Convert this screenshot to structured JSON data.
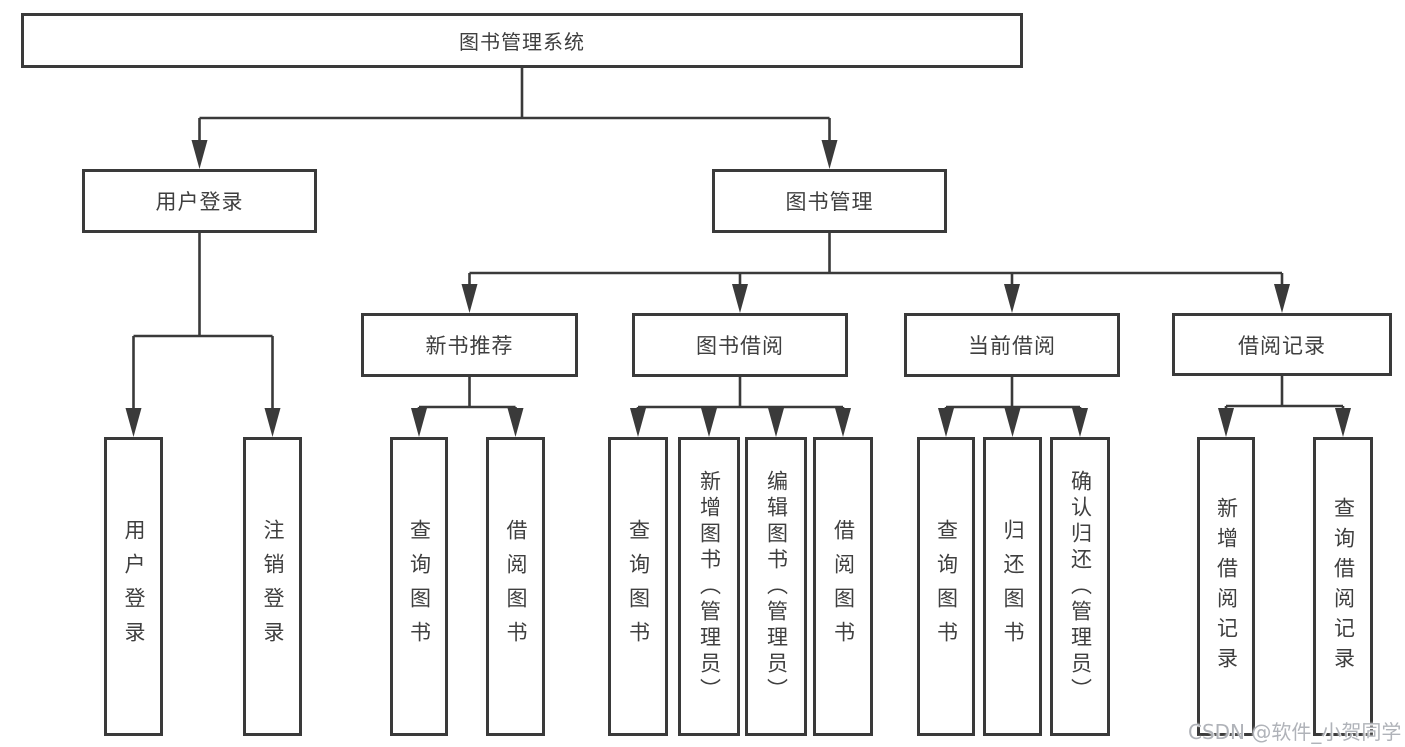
{
  "tree": {
    "root": "图书管理系统",
    "children": [
      {
        "label": "用户登录",
        "children": [
          "用户登录",
          "注销登录"
        ]
      },
      {
        "label": "图书管理",
        "children": [
          {
            "label": "新书推荐",
            "children": [
              "查询图书",
              "借阅图书"
            ]
          },
          {
            "label": "图书借阅",
            "children": [
              "查询图书",
              "新增图书（管理员）",
              "编辑图书（管理员）",
              "借阅图书"
            ]
          },
          {
            "label": "当前借阅",
            "children": [
              "查询图书",
              "归还图书",
              "确认归还（管理员）"
            ]
          },
          {
            "label": "借阅记录",
            "children": [
              "新增借阅记录",
              "查询借阅记录"
            ]
          }
        ]
      }
    ]
  },
  "colors": {
    "line": "#3a3a3a",
    "box_border": "#3a3a3a",
    "text": "#3f3f3f",
    "background": "#ffffff",
    "watermark": "#b0b3b9"
  },
  "watermark": {
    "text": "CSDN @软件_小贺同学"
  }
}
